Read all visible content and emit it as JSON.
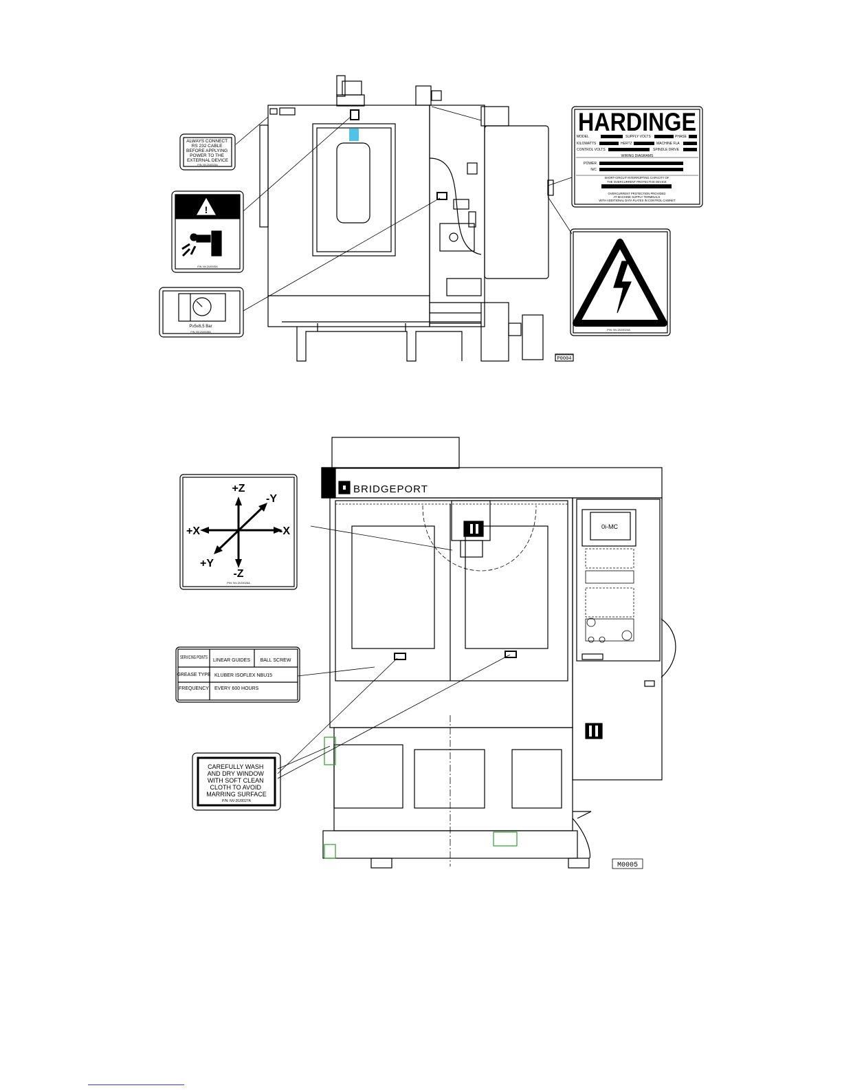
{
  "figure_top": {
    "labels": {
      "rs232": [
        "ALWAYS CONNECT",
        "RS 232 CABLE",
        "BEFORE APPLYING",
        "POWER TO THE",
        "EXTERNAL DEVICE"
      ],
      "rs232_pn": "P/N:  NV-20J0023A",
      "crush_pn": "P/N:  NV-20J0025A",
      "gauge_text": "P≥5≤6,5 Bar",
      "gauge_pn": "P/N:  NV-20J0028A",
      "hardinge_brand": "HARDINGE",
      "plate_rows": [
        [
          "MODEL",
          "SUPPLY VOLTS",
          "PHASE"
        ],
        [
          "KILOWATTS",
          "HERTZ",
          "MACHINE FLA"
        ],
        [
          "CONTROL VOLTS",
          "SPINDLE DRIVE"
        ]
      ],
      "wiring": "WIRING DIAGRAMS",
      "power": "POWER",
      "nc": "N/C",
      "short_circuit": [
        "SHORT-CIRCUIT INTERRUPTING CAPACITY OF",
        "THE OVERCURRENT PROTECTIVE DEVICE"
      ],
      "overcurrent": [
        "OVERCURRENT PROTECTION PROVIDED",
        "AT MACHINE SUPPLY TERMINALS",
        "WITH ADDITIONAL DATA PLATES IN CONTROL CABINET"
      ],
      "voltage_pn": "P/N:  NV-20J0024A",
      "figure_id": "P0004"
    }
  },
  "figure_bottom": {
    "labels": {
      "axis": {
        "pz": "+Z",
        "nz": "-Z",
        "px": "+X",
        "nx": "-X",
        "py": "+Y",
        "ny": "-Y"
      },
      "axis_pn": "P/N:  NV-20J0026A",
      "grease_table": [
        [
          "SERVICING POINTS",
          "LINEAR GUIDES",
          "BALL SCREW"
        ],
        [
          "GREASE TYPE",
          "KLUBER ISOFLEX NBU15"
        ],
        [
          "FREQUENCY",
          "EVERY 600 HOURS"
        ]
      ],
      "wash": [
        "CAREFULLY WASH",
        "AND DRY WINDOW",
        "WITH SOFT CLEAN",
        "CLOTH TO AVOID",
        "MARRING SURFACE"
      ],
      "wash_pn": "P/N:  NV-20J0027A",
      "brand": "BRIDGEPORT",
      "control_screen": "0i-MC",
      "figure_id": "M0005"
    }
  },
  "colors": {
    "accent_blue": "#4fc3e8",
    "link_rule": "#3a3ad8",
    "highlight_green": "#2aa02a"
  }
}
